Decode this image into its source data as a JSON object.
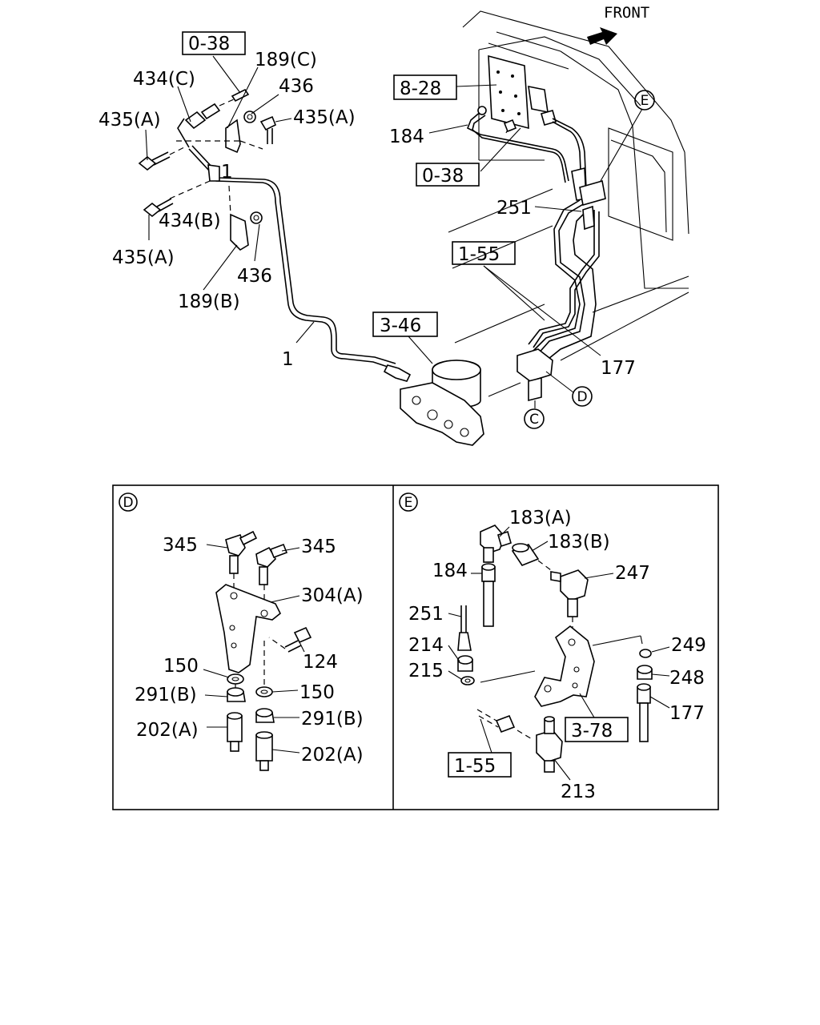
{
  "top": {
    "front_label": "FRONT",
    "ref_boxes": {
      "r0_38_top": "0-38",
      "r8_28": "8-28",
      "r0_38_mid": "0-38",
      "r1_55": "1-55",
      "r3_46": "3-46"
    },
    "callouts": {
      "c189c": "189(C)",
      "c434c": "434(C)",
      "c436a": "436",
      "c435a_1": "435(A)",
      "c435a_2": "435(A)",
      "c434b": "434(B)",
      "c435a_3": "435(A)",
      "c436b": "436",
      "c189b": "189(B)",
      "c1a": "1",
      "c1b": "1",
      "c184": "184",
      "c251": "251",
      "c177": "177"
    },
    "circles": {
      "E": "E",
      "D": "D",
      "C": "C"
    }
  },
  "panel_d": {
    "tag": "D",
    "callouts": {
      "c345_1": "345",
      "c345_2": "345",
      "c304a": "304(A)",
      "c124": "124",
      "c150_1": "150",
      "c150_2": "150",
      "c291b_1": "291(B)",
      "c291b_2": "291(B)",
      "c202a_1": "202(A)",
      "c202a_2": "202(A)"
    }
  },
  "panel_e": {
    "tag": "E",
    "callouts": {
      "c183a": "183(A)",
      "c183b": "183(B)",
      "c184": "184",
      "c247": "247",
      "c251": "251",
      "c214": "214",
      "c215": "215",
      "c249": "249",
      "c248": "248",
      "c177": "177",
      "c213": "213"
    },
    "ref_boxes": {
      "r3_78": "3-78",
      "r1_55": "1-55"
    }
  }
}
